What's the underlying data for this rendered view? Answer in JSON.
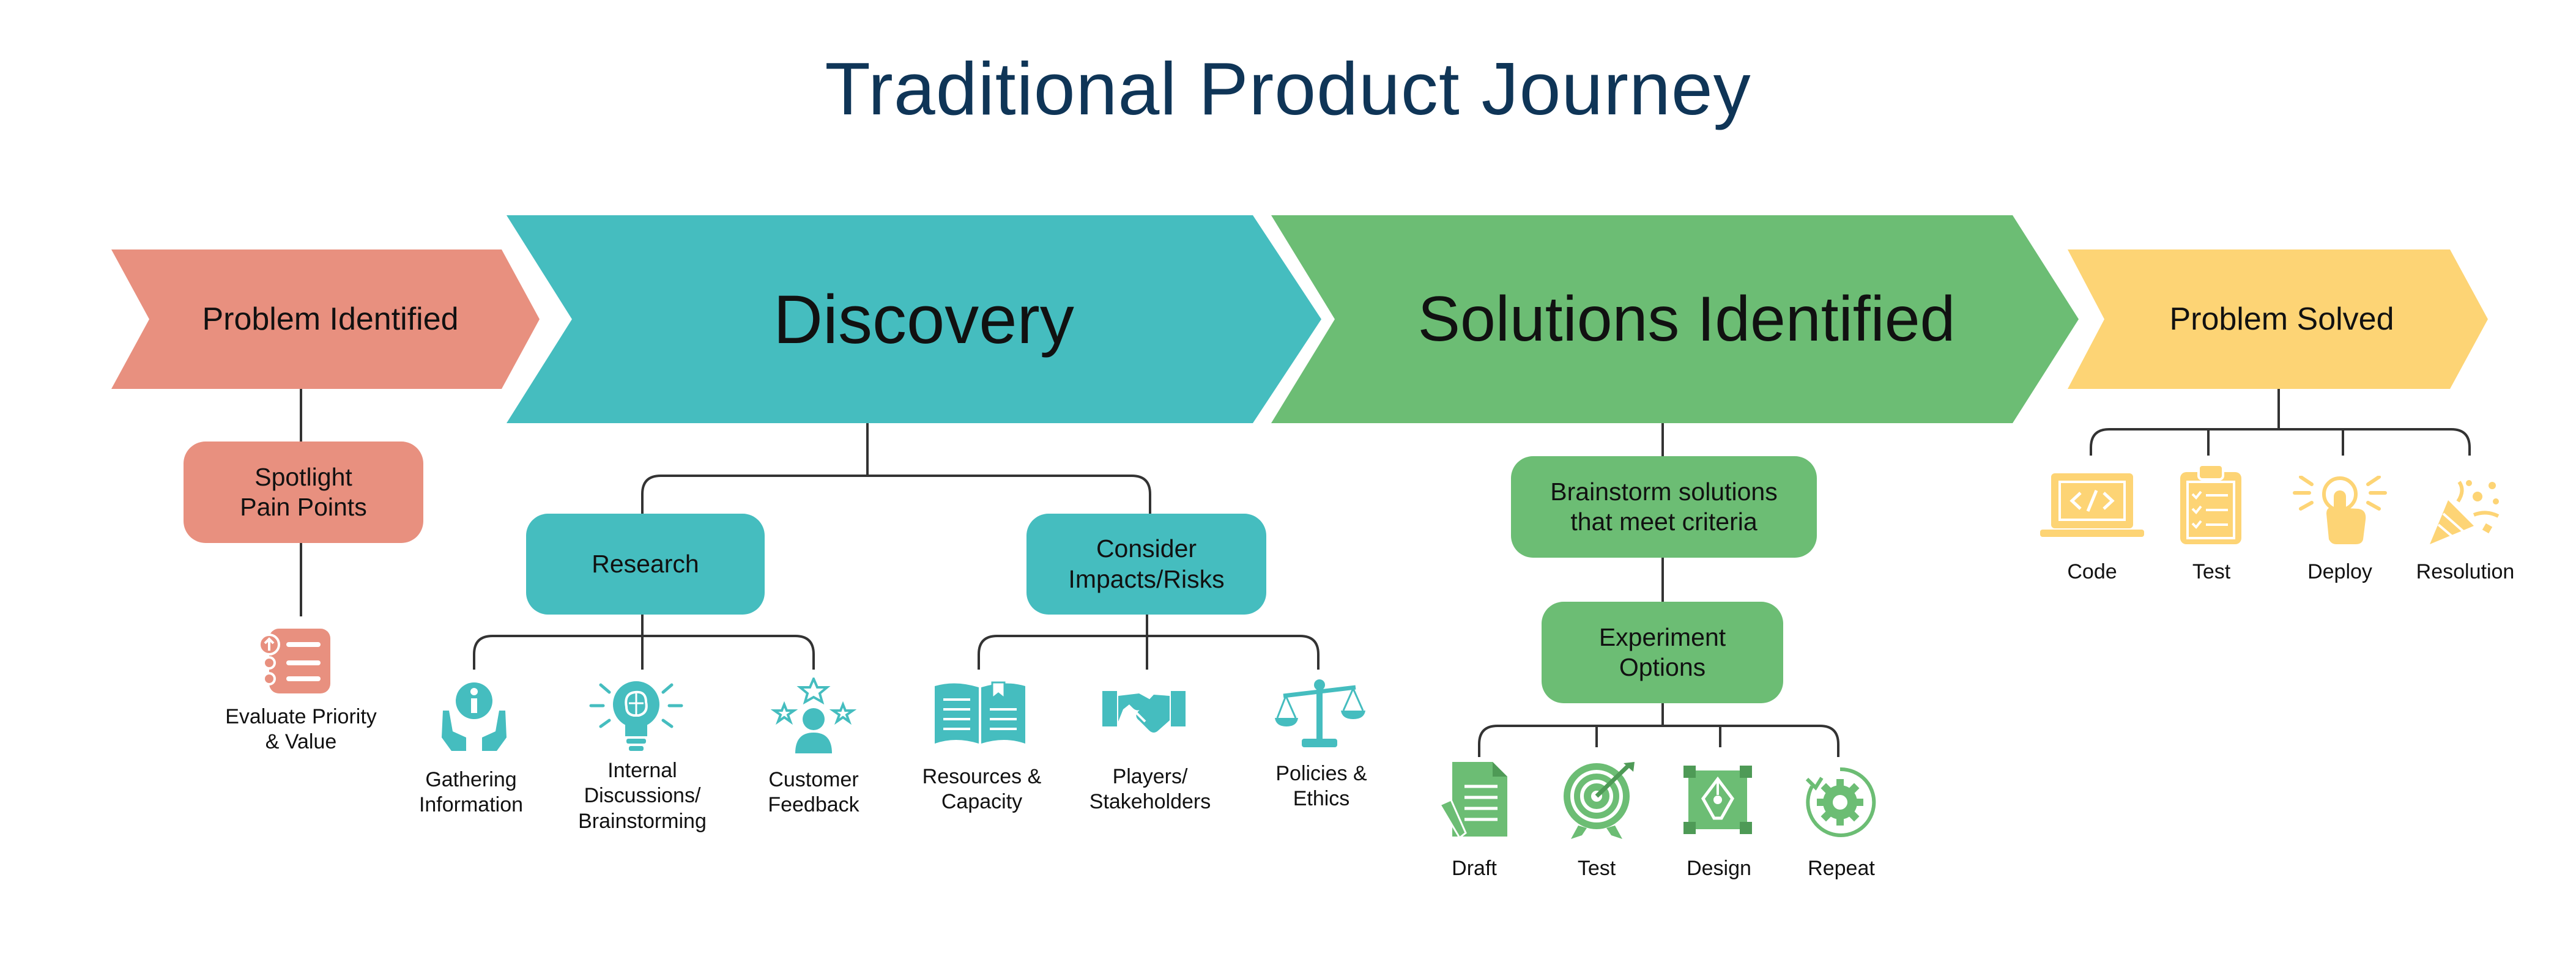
{
  "title": "Traditional Product Journey",
  "colors": {
    "title": "#0f3557",
    "problem_identified": "#e8907f",
    "discovery": "#45bdbf",
    "solutions_identified": "#6cbd74",
    "problem_solved": "#fdd475",
    "connector": "#333333"
  },
  "stages": {
    "problem_identified": "Problem Identified",
    "discovery": "Discovery",
    "solutions_identified": "Solutions Identified",
    "problem_solved": "Problem Solved"
  },
  "problem_identified": {
    "box": "Spotlight\nPain Points",
    "item": {
      "label": "Evaluate Priority\n& Value",
      "icon": "priority-list-icon"
    }
  },
  "discovery": {
    "research": {
      "box": "Research",
      "items": [
        {
          "label": "Gathering\nInformation",
          "icon": "info-hands-icon"
        },
        {
          "label": "Internal\nDiscussions/\nBrainstorming",
          "icon": "brain-bulb-icon"
        },
        {
          "label": "Customer\nFeedback",
          "icon": "customer-stars-icon"
        }
      ]
    },
    "impacts": {
      "box": "Consider\nImpacts/Risks",
      "items": [
        {
          "label": "Resources &\nCapacity",
          "icon": "open-book-icon"
        },
        {
          "label": "Players/\nStakeholders",
          "icon": "handshake-icon"
        },
        {
          "label": "Policies &\nEthics",
          "icon": "scales-icon"
        }
      ]
    }
  },
  "solutions": {
    "brainstorm_box": "Brainstorm solutions\nthat meet criteria",
    "experiment_box": "Experiment\nOptions",
    "items": [
      {
        "label": "Draft",
        "icon": "draft-document-icon"
      },
      {
        "label": "Test",
        "icon": "target-award-icon"
      },
      {
        "label": "Design",
        "icon": "design-pen-icon"
      },
      {
        "label": "Repeat",
        "icon": "repeat-gear-icon"
      }
    ]
  },
  "problem_solved": {
    "items": [
      {
        "label": "Code",
        "icon": "laptop-code-icon"
      },
      {
        "label": "Test",
        "icon": "checklist-icon"
      },
      {
        "label": "Deploy",
        "icon": "click-deploy-icon"
      },
      {
        "label": "Resolution",
        "icon": "party-popper-icon"
      }
    ]
  }
}
